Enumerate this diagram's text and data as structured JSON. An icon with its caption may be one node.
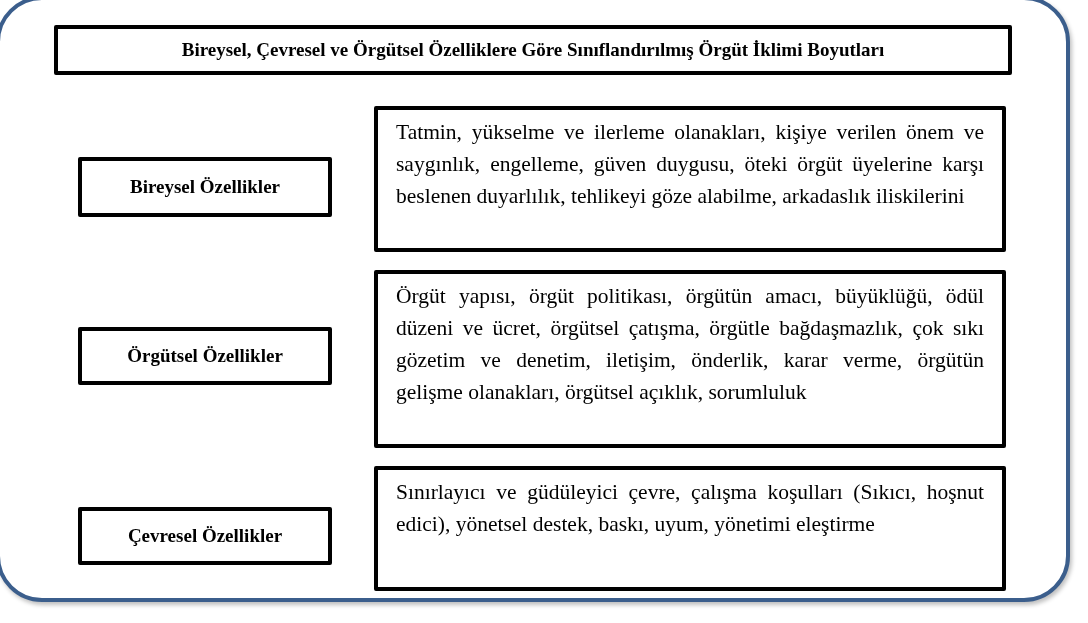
{
  "diagram": {
    "nodes": [
      {
        "text": [],
        "shape": "box"
      },
      {
        "text": [
          "Bireysel, Çevresel ve Örgütsel Özelliklere Göre Sınıflandırılmış Örgüt İklimi Boyutları"
        ],
        "in": 0
      },
      {
        "text": [
          "Bireysel Özellikler"
        ],
        "in": 0
      },
      {
        "text": [
          "Tatmin, yükselme ve ilerleme olanakları, kişiye verilen önem ve saygınlık, engelleme, güven duygusu, öteki örgüt üyelerine karşı beslenen duyarlılık, tehlikeyi göze alabilme, arkadaslık iliskilerini"
        ],
        "in": 0
      },
      {
        "text": [
          "Örgütsel Özellikler"
        ],
        "in": 0
      },
      {
        "text": [
          "Örgüt yapısı, örgüt politikası, örgütün amacı, büyüklüğü, ödül düzeni ve ücret, örgütsel çatışma, örgütle bağdaşmazlık, çok sıkı gözetim ve denetim, iletişim, önderlik, karar verme, örgütün gelişme olanakları, örgütsel açıklık, sorumluluk"
        ],
        "in": 0
      },
      {
        "text": [
          "Çevresel Özellikler"
        ],
        "in": 0
      },
      {
        "text": [
          "Sınırlayıcı ve güdüleyici çevre, çalışma koşulları (Sıkıcı, hoşnut edici), yönetsel destek, baskı, uyum, yönetimi eleştirme"
        ],
        "in": 0
      }
    ]
  }
}
